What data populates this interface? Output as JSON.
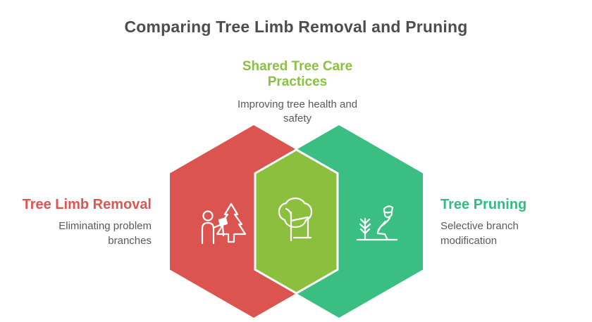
{
  "title": "Comparing Tree Limb Removal and Pruning",
  "colors": {
    "left_hexagon": "#DC5450",
    "right_hexagon": "#3BBE82",
    "center_hexagon": "#8CBF3E",
    "center_hexagon_border": "#FFFFFF",
    "shared_heading": "#8BC043",
    "left_heading": "#E0544F",
    "right_heading": "#2EBE82",
    "title_text": "#4D4D4D",
    "description_text": "#595959"
  },
  "shared_section": {
    "heading": "Shared Tree Care Practices",
    "description": "Improving tree health and safety"
  },
  "left_section": {
    "heading": "Tree Limb Removal",
    "description": "Eliminating problem branches",
    "icon": "lumberjack-axe-pine-icon"
  },
  "center_section": {
    "icon": "tree-icon"
  },
  "right_section": {
    "heading": "Tree Pruning",
    "description": "Selective branch modification",
    "icon": "gardener-pruning-sapling-icon"
  }
}
